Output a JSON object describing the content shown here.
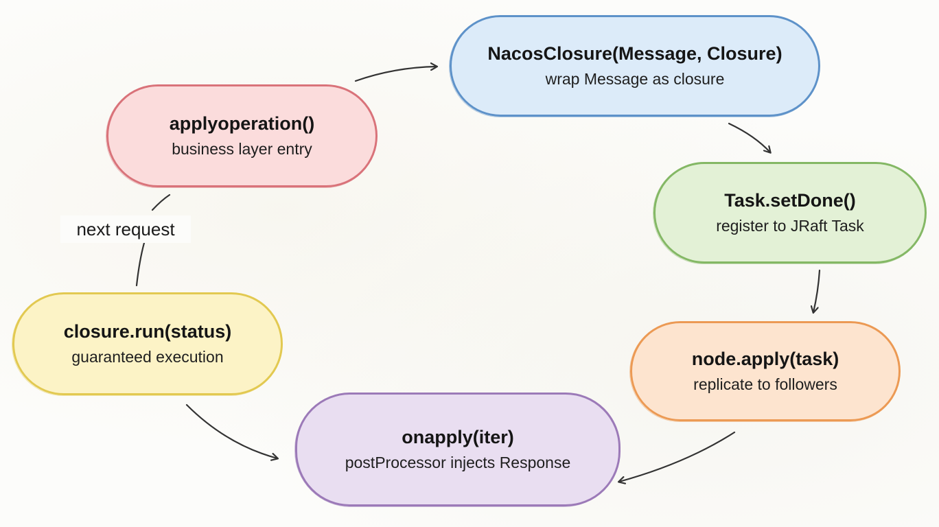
{
  "nodes": {
    "apply": {
      "title": "applyoperation()",
      "subtitle": "business layer entry",
      "fill": "#fbdcdc",
      "stroke": "#d9737a"
    },
    "nacos": {
      "title": "NacosClosure(Message, Closure)",
      "subtitle": "wrap Message as closure",
      "fill": "#dcebf9",
      "stroke": "#5e92c9"
    },
    "task": {
      "title": "Task.setDone()",
      "subtitle": "register to JRaft Task",
      "fill": "#e3f1d6",
      "stroke": "#84b865"
    },
    "node_apply": {
      "title": "node.apply(task)",
      "subtitle": "replicate to followers",
      "fill": "#fde4cf",
      "stroke": "#ec9a54"
    },
    "onapply": {
      "title": "onapply(iter)",
      "subtitle": "postProcessor injects Response",
      "fill": "#e9def1",
      "stroke": "#9c7ab8"
    },
    "closure": {
      "title": "closure.run(status)",
      "subtitle": "guaranteed execution",
      "fill": "#fcf3c6",
      "stroke": "#e2c951"
    }
  },
  "edges": [
    {
      "from": "apply",
      "to": "nacos",
      "label": ""
    },
    {
      "from": "nacos",
      "to": "task",
      "label": ""
    },
    {
      "from": "task",
      "to": "node_apply",
      "label": ""
    },
    {
      "from": "node_apply",
      "to": "onapply",
      "label": ""
    },
    {
      "from": "closure",
      "to": "onapply",
      "label": ""
    },
    {
      "from": "closure",
      "to": "apply",
      "label": "next request"
    }
  ],
  "edge_color": "#333333"
}
